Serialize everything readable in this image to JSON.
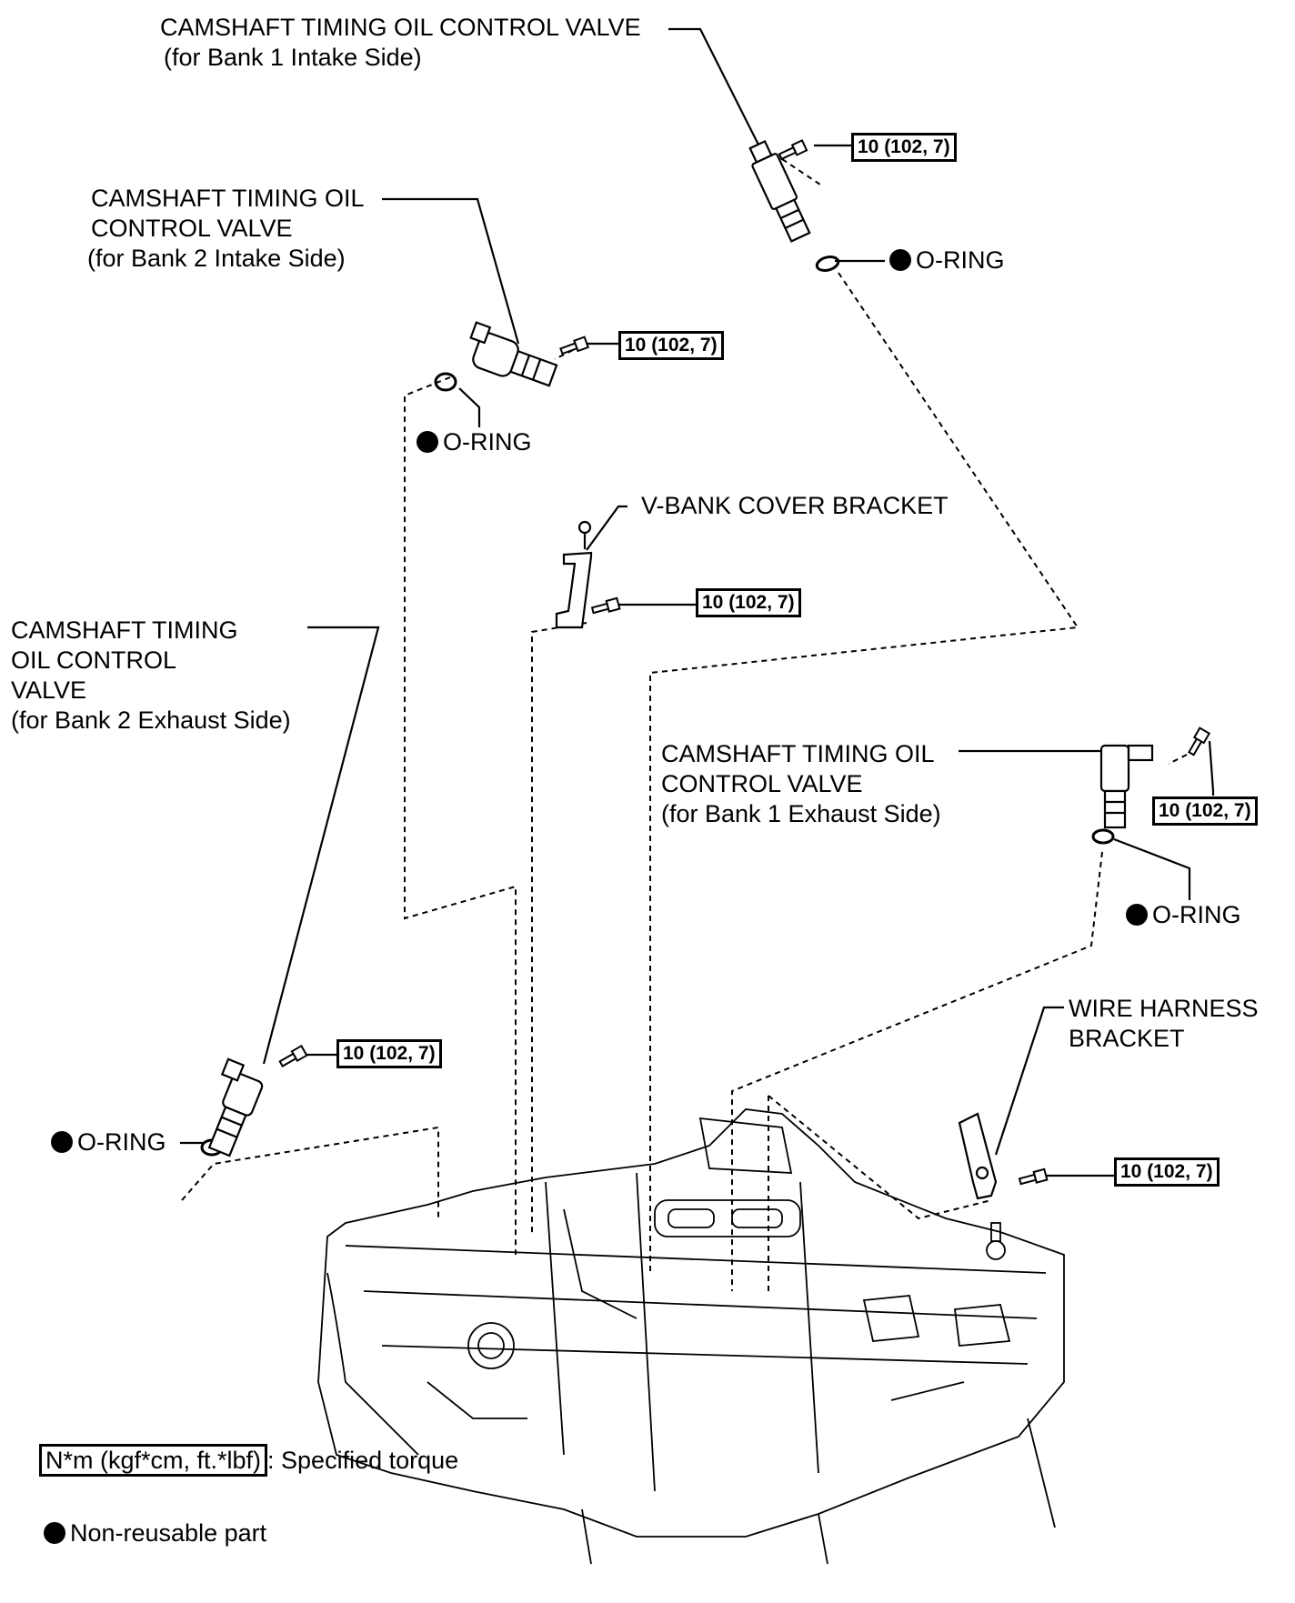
{
  "labels": {
    "valve_b1_intake": [
      "CAMSHAFT TIMING OIL CONTROL VALVE",
      "(for Bank 1 Intake Side)"
    ],
    "valve_b2_intake": [
      "CAMSHAFT TIMING OIL",
      "CONTROL VALVE",
      "(for Bank 2 Intake Side)"
    ],
    "vbank_bracket": "V-BANK COVER BRACKET",
    "valve_b2_exhaust": [
      "CAMSHAFT TIMING",
      "OIL CONTROL",
      "VALVE",
      "(for Bank 2 Exhaust Side)"
    ],
    "valve_b1_exhaust": [
      "CAMSHAFT TIMING OIL",
      "CONTROL VALVE",
      "(for Bank 1 Exhaust Side)"
    ],
    "wire_harness_bracket": [
      "WIRE HARNESS",
      "BRACKET"
    ],
    "o_ring": "O-RING"
  },
  "torque_value": "10 (102, 7)",
  "legend": {
    "torque_key": "N*m (kgf*cm, ft.*lbf)",
    "torque_desc": ": Specified torque",
    "non_reusable": "Non-reusable part"
  },
  "icons": [
    "bolt-icon",
    "o-ring-icon",
    "valve-icon",
    "bracket-icon",
    "engine-icon",
    "filled-dot-icon"
  ]
}
